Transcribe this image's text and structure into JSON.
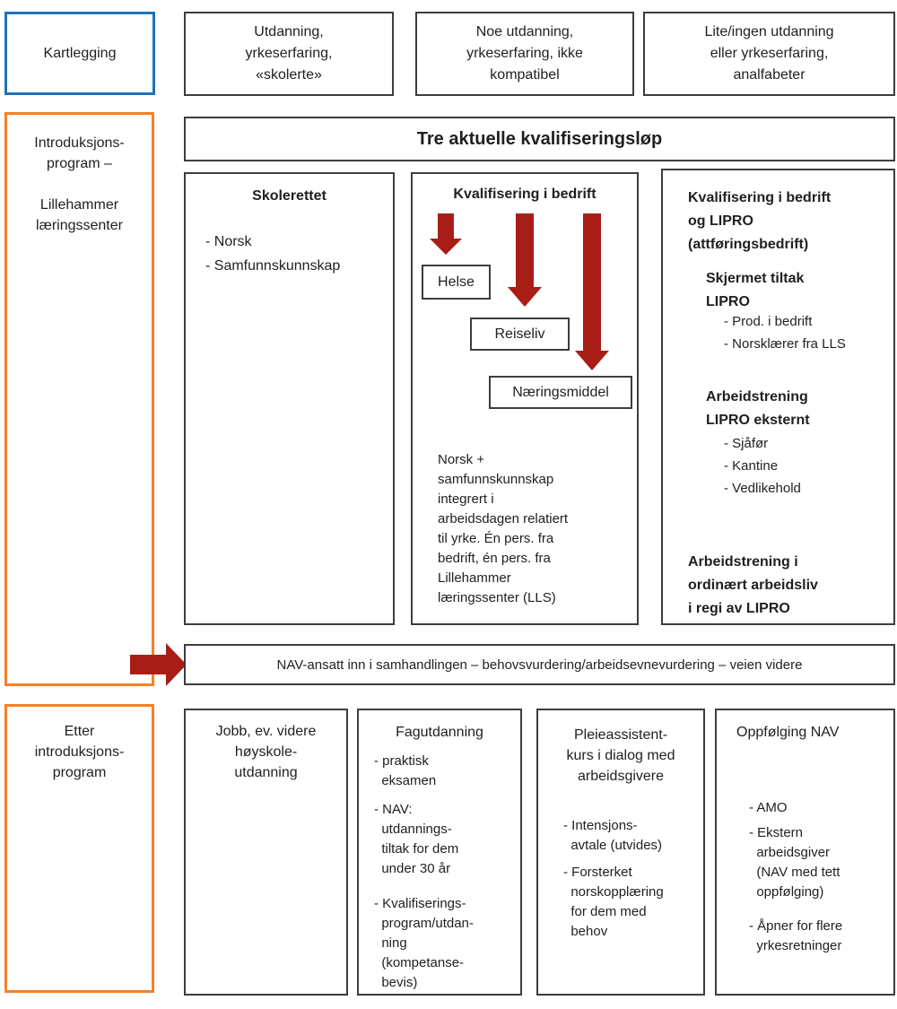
{
  "colors": {
    "blue": "#1f72b8",
    "orange": "#f58026",
    "red": "#a81e16",
    "line": "#3d3d3d"
  },
  "kartlegging_label": "Kartlegging",
  "top_row": {
    "box1": "Utdanning,\nyrkeserfaring,\n«skolerte»",
    "box2": "Noe utdanning,\nyrkeserfaring, ikke\nkompatibel",
    "box3": "Lite/ingen utdanning\neller yrkeserfaring,\nanalfabeter"
  },
  "intro_program_label": "Introduksjons-\nprogram –\n\nLillehammer\nlæringssenter",
  "main_title": "Tre aktuelle kvalifiseringsløp",
  "col_skolerettet": {
    "title": "Skolerettet",
    "items": "- Norsk\n- Samfunnskunnskap"
  },
  "col_bedrift": {
    "title": "Kvalifisering i bedrift",
    "helse": "Helse",
    "reiseliv": "Reiseliv",
    "naeringsmiddel": "Næringsmiddel",
    "paragraph": "Norsk +\nsamfunnskunnskap\nintegrert i\narbeidsdagen relatiert\ntil yrke. Én pers. fra\nbedrift, én pers. fra\nLillehammer\nlæringssenter (LLS)"
  },
  "col_lipro": {
    "title": "Kvalifisering i bedrift\nog LIPRO\n(attføringsbedrift)",
    "skjermet_title": "Skjermet tiltak\nLIPRO",
    "skjermet_items": "- Prod. i bedrift\n- Norsklærer fra LLS",
    "arbeidstrening_title": "Arbeidstrening\nLIPRO eksternt",
    "arbeidstrening_items": "- Sjåfør\n- Kantine\n- Vedlikehold",
    "ordinaert_title": "Arbeidstrening i\nordinært arbeidsliv\ni regi av LIPRO"
  },
  "nav_bar_label": "NAV-ansatt inn i samhandlingen – behovsvurdering/arbeidsevnevurdering – veien videre",
  "etter_label": "Etter\nintroduksjons-\nprogram",
  "bottom_row": {
    "box1_label": "Jobb, ev. videre\nhøyskole-\nutdanning",
    "box2": {
      "title": "Fagutdanning",
      "groups": [
        "- praktisk\n  eksamen",
        "- NAV:\n  utdannings-\n  tiltak for dem\n  under 30 år",
        "- Kvalifiserings-\n  program/utdan-\n  ning\n  (kompetanse-\n  bevis)"
      ]
    },
    "box3": {
      "title": "Pleieassistent-\nkurs i dialog med\narbeidsgivere",
      "groups": [
        "- Intensjons-\n  avtale (utvides)",
        "- Forsterket\n  norskopplæring\n  for dem med\n  behov"
      ]
    },
    "box4": {
      "title": "Oppfølging NAV",
      "groups": [
        "- AMO",
        "- Ekstern\n  arbeidsgiver\n  (NAV med tett\n  oppfølging)",
        "- Åpner for flere\n  yrkesretninger"
      ]
    }
  }
}
